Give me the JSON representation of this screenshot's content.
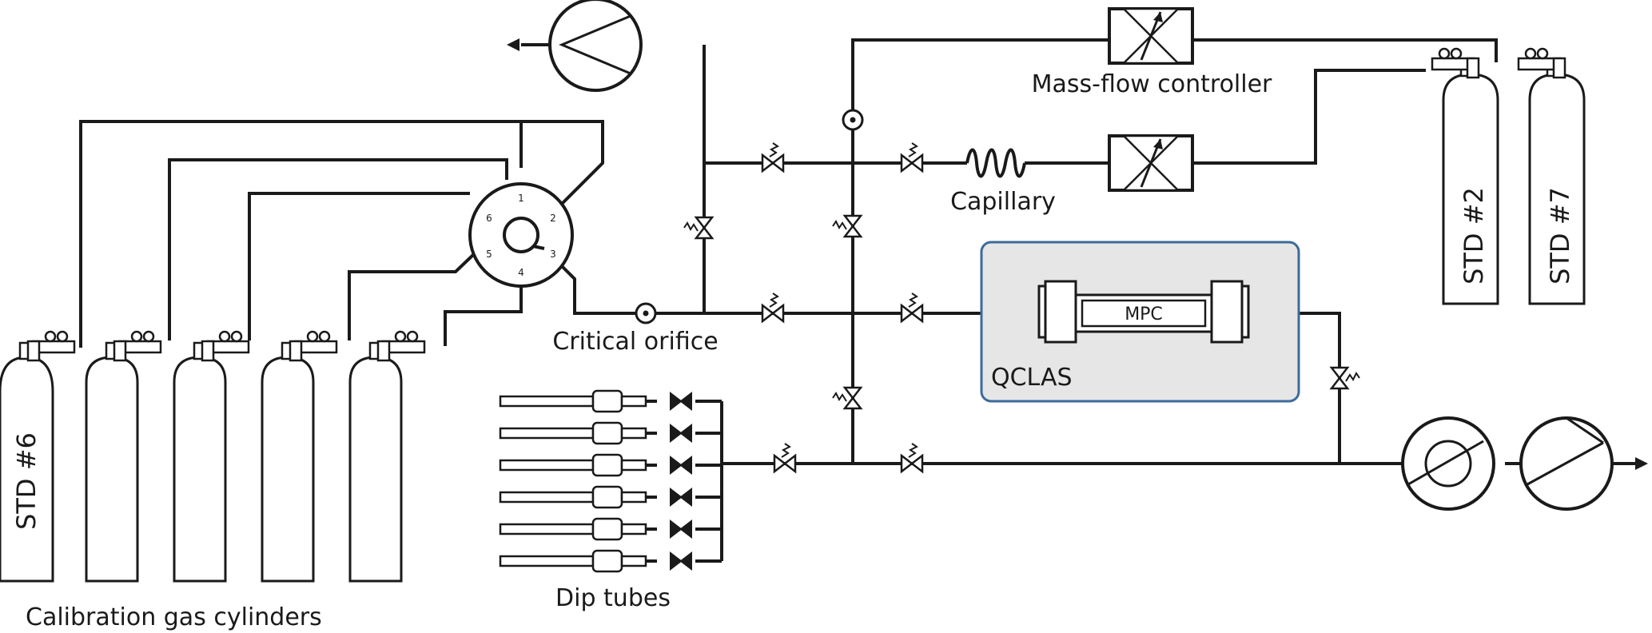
{
  "labels": {
    "calibration": "Calibration gas cylinders",
    "dip_tubes": "Dip tubes",
    "critical_orifice": "Critical orifice",
    "capillary": "Capillary",
    "mfc": "Mass-flow controller",
    "qclas": "QCLAS",
    "mpc": "MPC"
  },
  "cylinders": {
    "std6": "STD #6",
    "std2": "STD #2",
    "std7": "STD #7"
  },
  "selector_ports": [
    "1",
    "2",
    "3",
    "4",
    "5",
    "6"
  ],
  "colors": {
    "line": "#1a1a1a",
    "qclas_fill": "#e6e6e6",
    "qclas_border": "#3d6a9a",
    "background": "#ffffff"
  }
}
